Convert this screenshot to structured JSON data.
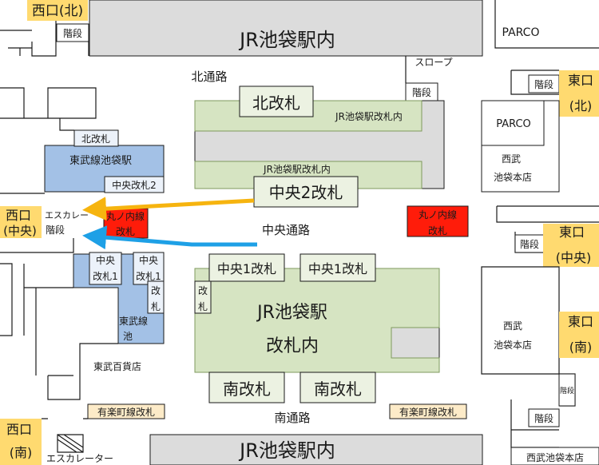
{
  "colors": {
    "jr_green": "#d6e4c2",
    "jr_green_stroke": "#7f9a5d",
    "tobu_blue": "#a3c1e6",
    "marunouchi_red": "#ff1c0a",
    "exit_yellow": "#ffda70",
    "gray_block": "#dcdcdc",
    "arrow_yellow": "#f6b40f",
    "arrow_blue": "#1ea0e6"
  },
  "exits": {
    "west_north": "西口(北)",
    "west_center_1": "西口",
    "west_center_2": "(中央)",
    "west_south_1": "西口",
    "west_south_2": "(南)",
    "east_north_1": "東口",
    "east_north_2": "(北)",
    "east_center_1": "東口",
    "east_center_2": "(中央)",
    "east_south_1": "東口",
    "east_south_2": "(南)"
  },
  "labels": {
    "jr_top": "JR池袋駅内",
    "jr_bottom": "JR池袋駅内",
    "parco_top": "PARCO",
    "parco_right": "PARCO",
    "north_passage": "北通路",
    "central_passage": "中央通路",
    "south_passage": "南通路",
    "slope": "スロープ",
    "stairs": "階段",
    "escalator_short": "エスカレー",
    "escalator": "エスカレーター",
    "north_gate": "北改札",
    "jr_gate_inside": "JR池袋駅改札内",
    "central2_gate": "中央2改札",
    "central1_gate": "中央1改札",
    "south_gate": "南改札",
    "jr_station_1": "JR池袋駅",
    "jr_station_2": "改札内",
    "kai": "改",
    "satsu": "札",
    "tobu_station": "東武線池袋駅",
    "tobu_north_gate": "北改札",
    "tobu_central2_gate": "中央改札2",
    "chuo": "中央",
    "kaisatsu1": "改札1",
    "tobu_sen": "東武線",
    "ike": "池",
    "tobu_dept": "東武百貨店",
    "marunouchi_1": "丸ノ内線",
    "marunouchi_2": "改札",
    "yurakucho_gate": "有楽町線改札",
    "seibu": "西武",
    "ikebukuro_honten": "池袋本店",
    "seibu_full": "西武池袋本店"
  }
}
